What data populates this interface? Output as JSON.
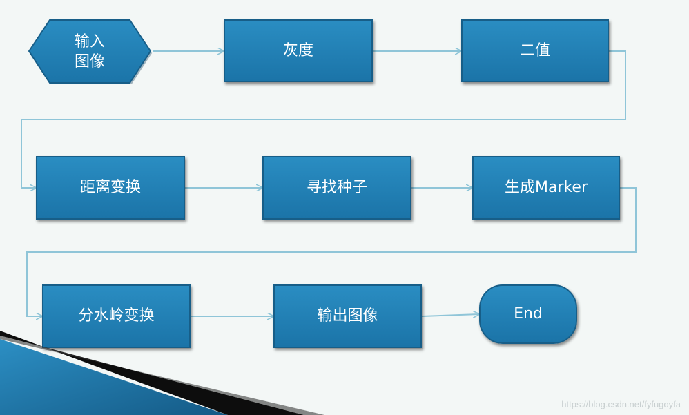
{
  "nodes": {
    "input": "输入图像",
    "gray": "灰度",
    "binary": "二值",
    "distance": "距离变换",
    "seeds": "寻找种子",
    "marker": "生成Marker",
    "watershed": "分水岭变换",
    "output": "输出图像",
    "end": "End"
  },
  "watermark": "https://blog.csdn.net/fyfugoyfa",
  "colors": {
    "node_fill": "#1f7fb5",
    "node_border": "#175e88",
    "connector": "#8fc5d8",
    "background": "#f3f7f6"
  }
}
